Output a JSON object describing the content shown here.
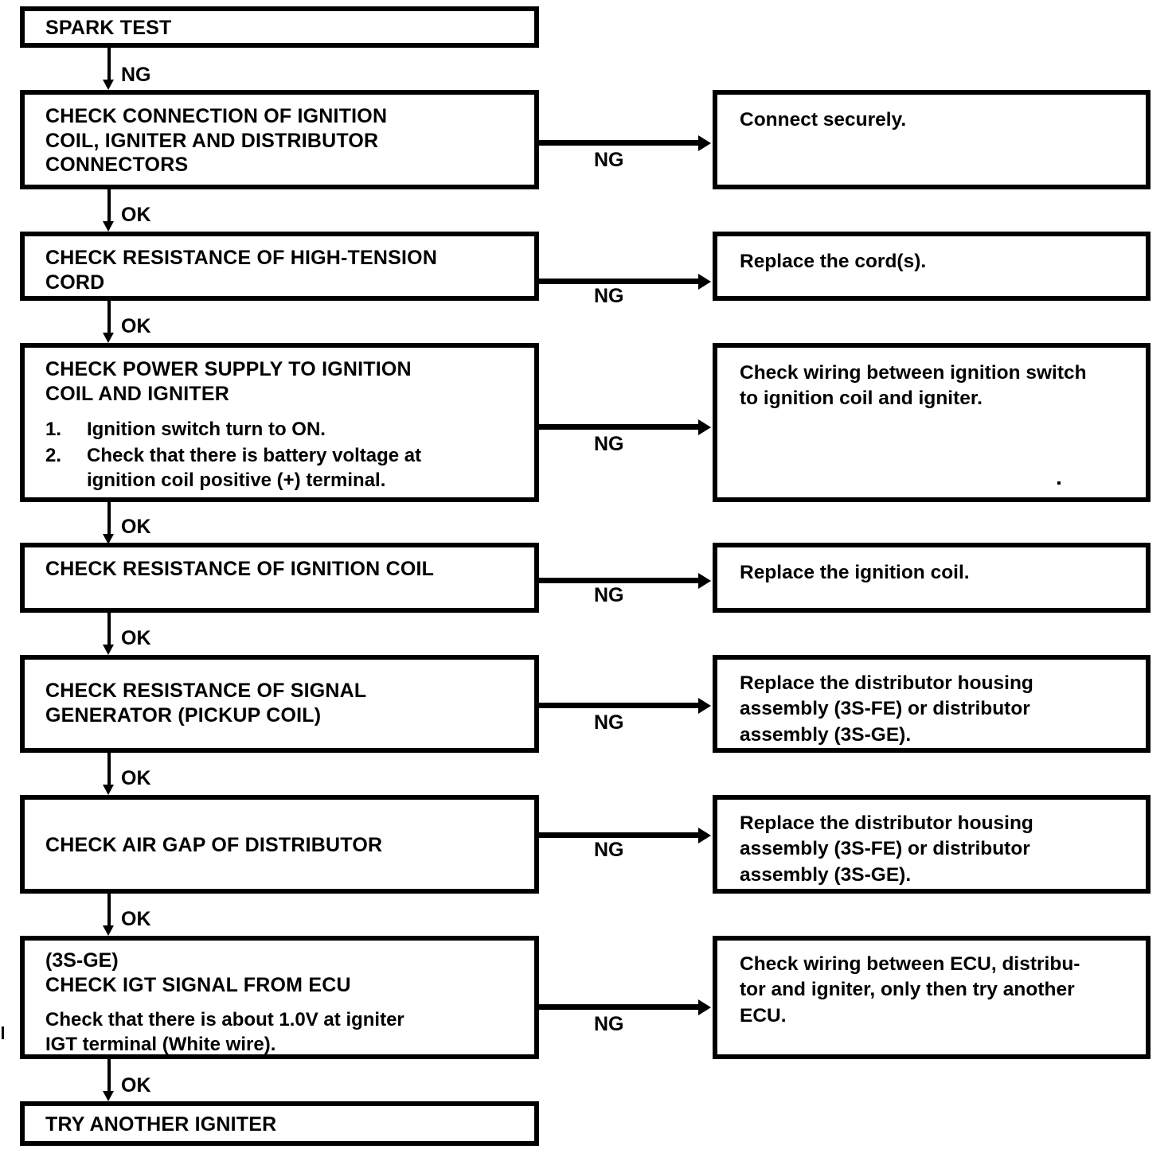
{
  "diagram": {
    "title": "Spark Test Troubleshooting Flowchart",
    "colors": {
      "ink": "#000000",
      "paper": "#ffffff"
    },
    "labels": {
      "ng": "NG",
      "ok": "OK"
    },
    "nodes": {
      "spark_test": {
        "title": "SPARK TEST"
      },
      "check_connection": {
        "title": "CHECK CONNECTION OF IGNITION\nCOIL, IGNITER AND DISTRIBUTOR\nCONNECTORS"
      },
      "connect_securely": {
        "text": "Connect securely."
      },
      "check_ht_cord": {
        "title": "CHECK RESISTANCE OF HIGH-TENSION\nCORD"
      },
      "replace_cord": {
        "text": "Replace the cord(s)."
      },
      "check_power_supply": {
        "title": "CHECK POWER SUPPLY TO IGNITION\nCOIL AND IGNITER",
        "steps": [
          {
            "num": "1.",
            "text": "Ignition switch turn to ON."
          },
          {
            "num": "2.",
            "text": "Check that there is battery voltage at\nignition coil positive (+) terminal."
          }
        ]
      },
      "check_wiring_switch": {
        "text": "Check wiring between ignition switch\nto ignition coil and igniter."
      },
      "check_coil_resistance": {
        "title": "CHECK RESISTANCE OF IGNITION COIL"
      },
      "replace_coil": {
        "text": "Replace the ignition coil."
      },
      "check_signal_generator": {
        "title": "CHECK RESISTANCE OF SIGNAL\nGENERATOR (PICKUP COIL)"
      },
      "replace_distributor_1": {
        "text": "Replace the distributor housing\nassembly (3S-FE) or distributor\nassembly (3S-GE)."
      },
      "check_air_gap": {
        "title": "CHECK AIR GAP OF DISTRIBUTOR"
      },
      "replace_distributor_2": {
        "text": "Replace the distributor housing\nassembly (3S-FE) or distributor\nassembly (3S-GE)."
      },
      "check_igt_signal": {
        "variant": "(3S-GE)",
        "title": "CHECK IGT SIGNAL FROM ECU",
        "text": "Check that there is about 1.0V at igniter\nIGT terminal (White wire)."
      },
      "check_wiring_ecu": {
        "text": "Check wiring between ECU, distribu-\ntor and igniter, only then try another\nECU."
      },
      "try_another_igniter": {
        "title": "TRY ANOTHER IGNITER"
      }
    },
    "edges": [
      {
        "id": "e1",
        "from": "spark_test",
        "to": "check_connection",
        "label": "NG",
        "dir": "down"
      },
      {
        "id": "e2",
        "from": "check_connection",
        "to": "connect_securely",
        "label": "NG",
        "dir": "right"
      },
      {
        "id": "e3",
        "from": "check_connection",
        "to": "check_ht_cord",
        "label": "OK",
        "dir": "down"
      },
      {
        "id": "e4",
        "from": "check_ht_cord",
        "to": "replace_cord",
        "label": "NG",
        "dir": "right"
      },
      {
        "id": "e5",
        "from": "check_ht_cord",
        "to": "check_power_supply",
        "label": "OK",
        "dir": "down"
      },
      {
        "id": "e6",
        "from": "check_power_supply",
        "to": "check_wiring_switch",
        "label": "NG",
        "dir": "right"
      },
      {
        "id": "e7",
        "from": "check_power_supply",
        "to": "check_coil_resistance",
        "label": "OK",
        "dir": "down"
      },
      {
        "id": "e8",
        "from": "check_coil_resistance",
        "to": "replace_coil",
        "label": "NG",
        "dir": "right"
      },
      {
        "id": "e9",
        "from": "check_coil_resistance",
        "to": "check_signal_generator",
        "label": "OK",
        "dir": "down"
      },
      {
        "id": "e10",
        "from": "check_signal_generator",
        "to": "replace_distributor_1",
        "label": "NG",
        "dir": "right"
      },
      {
        "id": "e11",
        "from": "check_signal_generator",
        "to": "check_air_gap",
        "label": "OK",
        "dir": "down"
      },
      {
        "id": "e12",
        "from": "check_air_gap",
        "to": "replace_distributor_2",
        "label": "NG",
        "dir": "right"
      },
      {
        "id": "e13",
        "from": "check_air_gap",
        "to": "check_igt_signal",
        "label": "OK",
        "dir": "down"
      },
      {
        "id": "e14",
        "from": "check_igt_signal",
        "to": "check_wiring_ecu",
        "label": "NG",
        "dir": "right"
      },
      {
        "id": "e15",
        "from": "check_igt_signal",
        "to": "try_another_igniter",
        "label": "OK",
        "dir": "down"
      }
    ]
  }
}
